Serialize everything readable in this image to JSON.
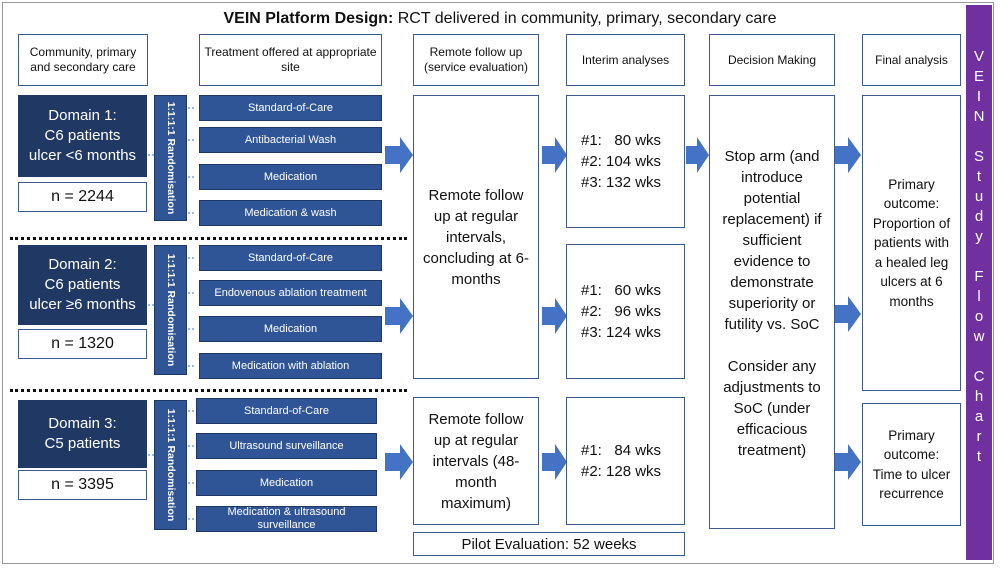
{
  "title": {
    "bold": "VEIN Platform Design:",
    "rest": " RCT delivered in community, primary, secondary care"
  },
  "headers": [
    "Community, primary and secondary care",
    "Treatment offered at appropriate site",
    "Remote follow up (service evaluation)",
    "Interim analyses",
    "Decision Making",
    "Final analysis"
  ],
  "domains": [
    {
      "title": "Domain 1:\nC6 patients\nulcer <6 months",
      "n": "n = 2244",
      "randomisation": "1:1:1:1 Randomisation",
      "arms": [
        "Standard-of-Care",
        "Antibacterial Wash",
        "Medication",
        "Medication & wash"
      ],
      "interim": [
        "#1:   80 wks",
        "#2: 104 wks",
        "#3: 132 wks"
      ]
    },
    {
      "title": "Domain 2:\nC6 patients\nulcer ≥6 months",
      "n": "n = 1320",
      "randomisation": "1:1:1:1 Randomisation",
      "arms": [
        "Standard-of-Care",
        "Endovenous ablation treatment",
        "Medication",
        "Medication with ablation"
      ],
      "interim": [
        "#1:   60 wks",
        "#2:   96 wks",
        "#3: 124 wks"
      ]
    },
    {
      "title": "Domain 3:\nC5 patients",
      "n": "n = 3395",
      "randomisation": "1:1:1:1 Randomisation",
      "arms": [
        "Standard-of-Care",
        "Ultrasound surveillance",
        "Medication",
        "Medication & ultrasound surveillance"
      ],
      "interim": [
        "#1:   84 wks",
        "#2: 128 wks"
      ]
    }
  ],
  "followup": {
    "upper": "Remote follow up at regular intervals, concluding at 6-months",
    "lower": "Remote follow up at regular intervals (48-month maximum)"
  },
  "decision": {
    "stop": "Stop arm (and introduce potential replacement) if sufficient evidence to demonstrate superiority or futility vs. SoC",
    "consider": "Consider any adjustments to SoC (under efficacious treatment)"
  },
  "final": {
    "upper": "Primary outcome: Proportion of patients with a healed leg ulcers at 6 months",
    "lower": "Primary outcome: Time to ulcer recurrence"
  },
  "pilot": "Pilot Evaluation: 52 weeks",
  "sidebar": "VEIN Study Flow Chart",
  "colors": {
    "navy": "#1f3864",
    "arm_blue": "#2f5597",
    "arrow_blue": "#4472c4",
    "purple": "#7030a0"
  }
}
